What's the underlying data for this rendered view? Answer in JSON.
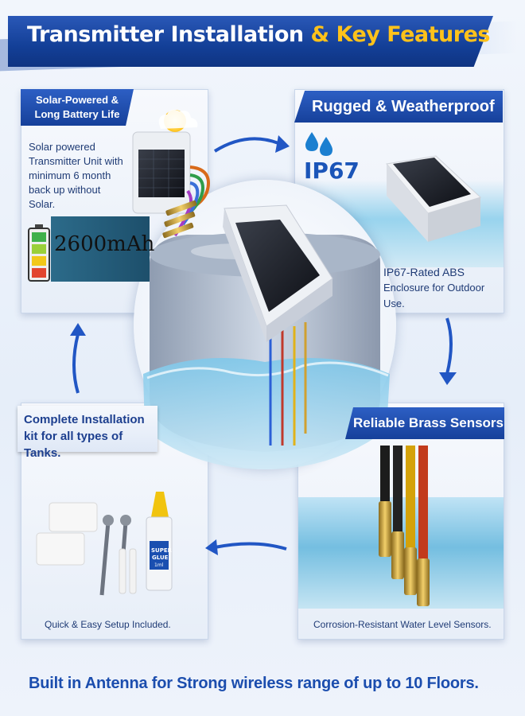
{
  "header": {
    "title_part1": "Transmitter Installation",
    "title_part2": "& Key Features"
  },
  "panels": {
    "top_left": {
      "tag": "Solar-Powered & Long Battery Life",
      "text": "Solar powered Transmitter Unit with minimum 6 month back up without Solar.",
      "battery_capacity": "2600mAh"
    },
    "top_right": {
      "tag": "Rugged & Weatherproof",
      "rating": "IP67",
      "text_line1": "IP67-Rated ABS",
      "text_line2": "Enclosure for Outdoor Use."
    },
    "bottom_left": {
      "tag": "Complete Installation kit for all types of Tanks.",
      "text": "Quick & Easy Setup Included.",
      "glue_line1": "SUPER",
      "glue_line2": "GLUE",
      "glue_size": "1ml"
    },
    "bottom_right": {
      "tag": "Reliable Brass Sensors",
      "text": "Corrosion-Resistant Water Level Sensors."
    }
  },
  "footer": {
    "text": "Built in Antenna for Strong wireless range of up to 10 Floors."
  },
  "colors": {
    "brand_blue": "#16409a",
    "accent_yellow": "#ffc21a",
    "text_blue": "#1f3b75",
    "water": "#5fb5dc"
  },
  "icons": [
    "sun-icon",
    "water-drop-icon",
    "battery-icon",
    "arrow-curve-icon"
  ]
}
